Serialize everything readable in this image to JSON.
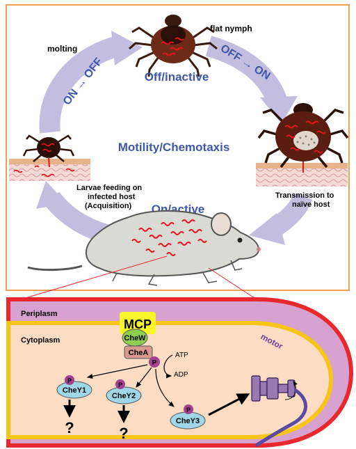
{
  "lifecycle": {
    "labels": {
      "flat_nymph": "flat nymph",
      "molting": "molting",
      "on_off": "ON → OFF",
      "off_on": "OFF → ON",
      "off_inactive": "Off/inactive",
      "motility": "Motility/Chemotaxis",
      "on_active": "On/active",
      "larvae_line1": "Larvae feeding on",
      "larvae_line2": "infected host",
      "larvae_line3": "(Acquisition)",
      "transmission_line1": "Transmission to",
      "transmission_line2": "naïve host"
    },
    "colors": {
      "frame": "#f0a050",
      "arrow": "#c3bedf",
      "arrow_text": "#3e58a8",
      "heading": "#3e58a8"
    }
  },
  "cell": {
    "labels": {
      "periplasm": "Periplasm",
      "cytoplasm": "Cytoplasm",
      "mcp": "MCP",
      "chew": "CheW",
      "chea": "CheA",
      "p": "P",
      "atp": "ATP",
      "adp": "ADP",
      "chey1": "CheY1",
      "chey2": "CheY2",
      "chey3": "CheY3",
      "motor": "motor",
      "question": "?"
    },
    "colors": {
      "outer_membrane": "#e8282d",
      "inner_membrane": "#f7c418",
      "periplasm": "#d7a2cf",
      "cytoplasm": "#fcdcc3",
      "mcp": "#f8f528",
      "chew": "#8fcf4f",
      "chea": "#d69a8f",
      "phospho": "#a3418f",
      "chey": "#9fd7ea",
      "motor": "#9a78b4",
      "flagellum": "#5a4aa0"
    }
  }
}
